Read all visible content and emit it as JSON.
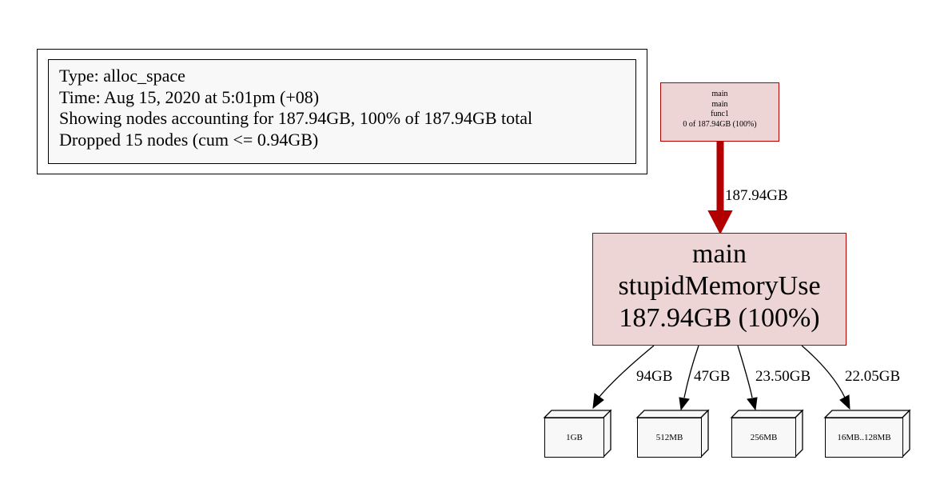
{
  "legend": {
    "type_line": "Type: alloc_space",
    "time_line": "Time: Aug 15, 2020 at 5:01pm (+08)",
    "showing_line": "Showing nodes accounting for 187.94GB, 100% of 187.94GB total",
    "dropped_line": "Dropped 15 nodes (cum <= 0.94GB)"
  },
  "nodes": {
    "func1": {
      "line1": "main",
      "line2": "main",
      "line3": "func1",
      "line4": "0 of 187.94GB (100%)"
    },
    "main": {
      "line1": "main",
      "line2": "stupidMemoryUse",
      "line3": "187.94GB (100%)"
    }
  },
  "edges": {
    "func1_to_main": "187.94GB",
    "to_1gb": "94GB",
    "to_512mb": "47GB",
    "to_256mb": "23.50GB",
    "to_16mb": "22.05GB"
  },
  "leaf_nodes": {
    "a": "1GB",
    "b": "512MB",
    "c": "256MB",
    "d": "16MB..128MB"
  },
  "colors": {
    "hot_edge": "#b20000",
    "hot_fill": "#edd5d5",
    "neutral_fill": "#f8f8f8"
  }
}
